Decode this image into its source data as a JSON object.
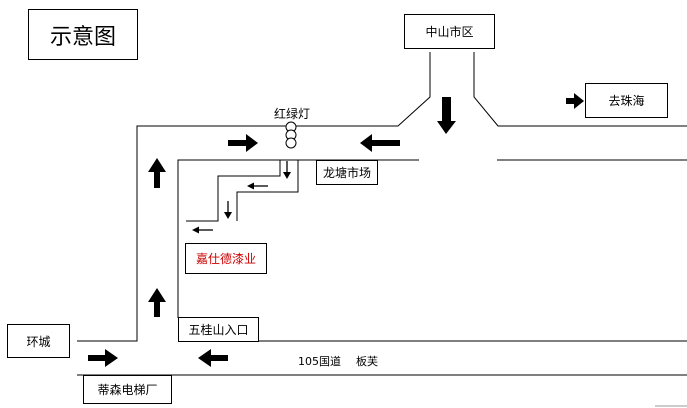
{
  "title": "示意图",
  "places": {
    "zhongshan": "中山市区",
    "zhuhai": "去珠海",
    "longtang": "龙塘市场",
    "jiashide": "嘉仕德漆业",
    "wuguishan": "五桂山入口",
    "huancheng": "环城",
    "disen": "蒂森电梯厂"
  },
  "labels": {
    "traffic_light": "红绿灯",
    "road_105": "105国道",
    "banfu": "板芙"
  },
  "colors": {
    "line": "#000000",
    "highlight": "#cc0000",
    "grey_line": "#999999"
  },
  "icons": {
    "arrow": "block-arrow-icon",
    "light": "traffic-light-icon"
  }
}
